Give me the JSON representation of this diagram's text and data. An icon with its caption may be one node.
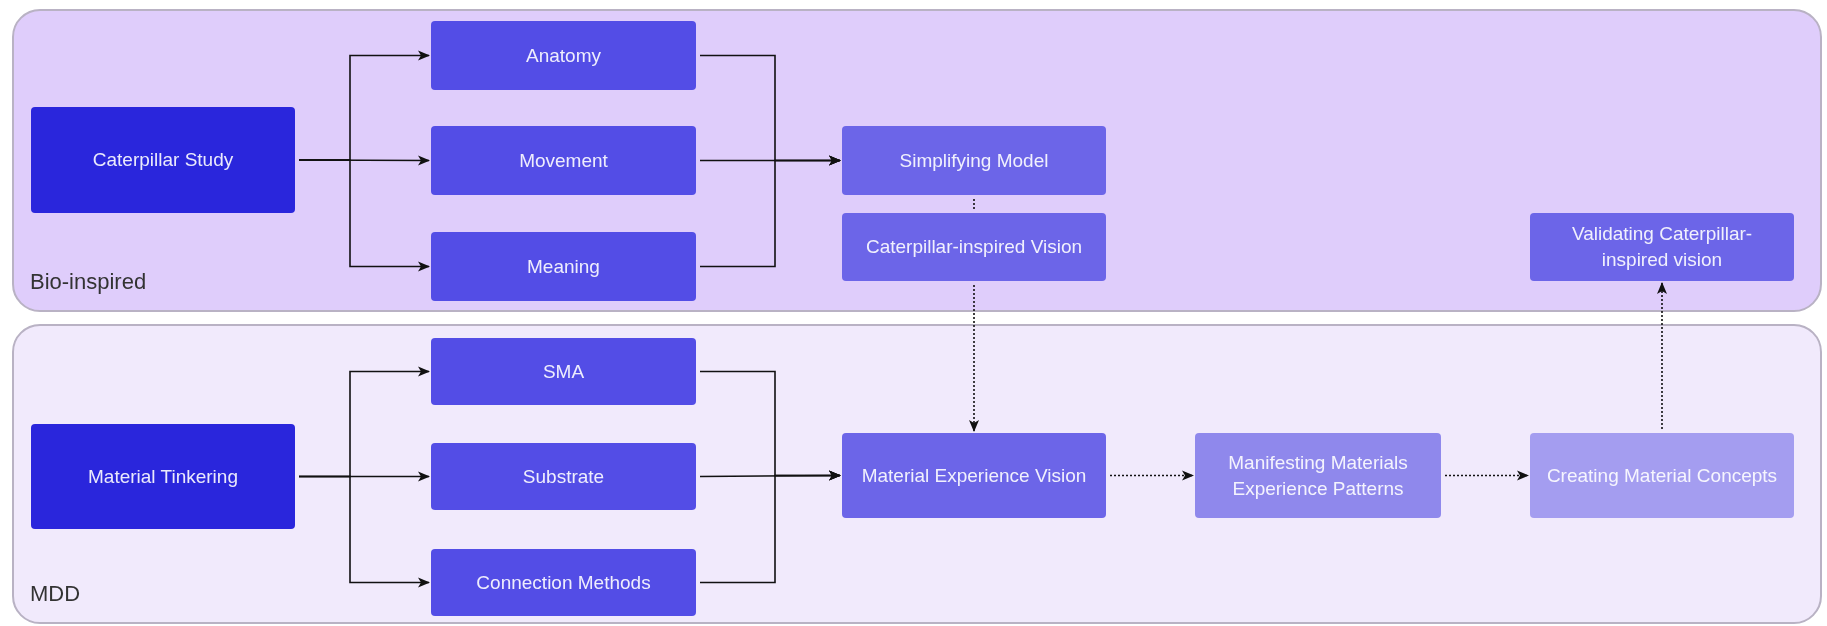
{
  "diagram": {
    "nodes": [
      {
        "text": [
          "Bio-inspired"
        ]
      },
      {
        "text": [
          "Caterpillar Study"
        ],
        "in": 0
      },
      {
        "text": [
          "Anatomy"
        ],
        "in": 0
      },
      {
        "text": [
          "Movement"
        ],
        "in": 0
      },
      {
        "text": [
          "Meaning"
        ],
        "in": 0
      },
      {
        "text": [
          "Simplifying Model"
        ],
        "in": 0
      },
      {
        "text": [
          "Caterpillar-inspired Vision"
        ],
        "in": 0
      },
      {
        "text": [
          "Validating Caterpillar-inspired vision"
        ],
        "in": 0
      },
      {
        "text": [
          "MDD"
        ]
      },
      {
        "text": [
          "Material Tinkering"
        ],
        "in": 8
      },
      {
        "text": [
          "SMA"
        ],
        "in": 8
      },
      {
        "text": [
          "Substrate"
        ],
        "in": 8
      },
      {
        "text": [
          "Connection Methods"
        ],
        "in": 8
      },
      {
        "text": [
          "Material Experience Vision"
        ],
        "in": 8
      },
      {
        "text": [
          "Manifesting Materials Experience Patterns"
        ],
        "in": 8
      },
      {
        "text": [
          "Creating Material Concepts"
        ],
        "in": 8
      }
    ],
    "edges": [
      {
        "from": 1,
        "to": 2,
        "arrow": "to"
      },
      {
        "from": 1,
        "to": 3,
        "arrow": "to"
      },
      {
        "from": 1,
        "to": 4,
        "arrow": "to"
      },
      {
        "from": 2,
        "to": 5,
        "arrow": "to"
      },
      {
        "from": 3,
        "to": 5,
        "arrow": "to"
      },
      {
        "from": 4,
        "to": 5,
        "arrow": "to"
      },
      {
        "from": 5,
        "to": 6,
        "arrow": "none",
        "style": "dashed"
      },
      {
        "from": 6,
        "to": 13,
        "arrow": "to",
        "style": "dashed"
      },
      {
        "from": 9,
        "to": 10,
        "arrow": "to"
      },
      {
        "from": 9,
        "to": 11,
        "arrow": "to"
      },
      {
        "from": 9,
        "to": 12,
        "arrow": "to"
      },
      {
        "from": 10,
        "to": 13,
        "arrow": "to"
      },
      {
        "from": 11,
        "to": 13,
        "arrow": "to"
      },
      {
        "from": 12,
        "to": 13,
        "arrow": "to"
      },
      {
        "from": 13,
        "to": 14,
        "arrow": "to",
        "style": "dashed"
      },
      {
        "from": 14,
        "to": 15,
        "arrow": "to",
        "style": "dashed"
      },
      {
        "from": 15,
        "to": 7,
        "arrow": "to",
        "style": "dashed"
      }
    ]
  }
}
